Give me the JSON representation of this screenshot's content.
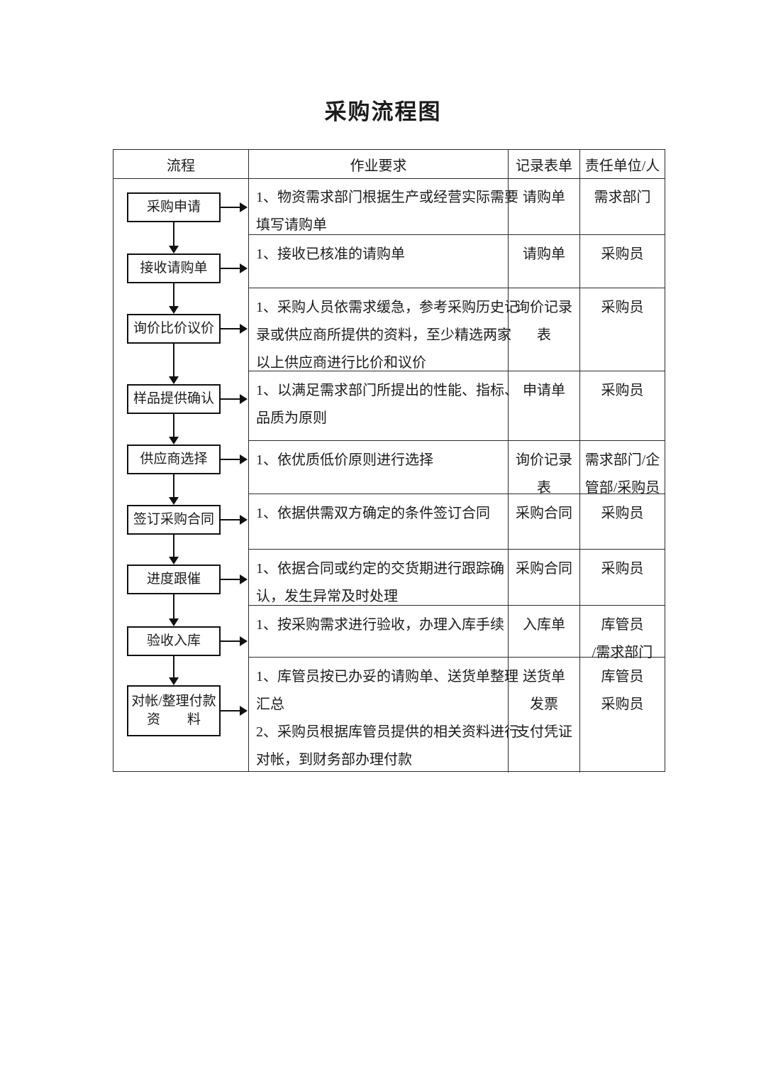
{
  "title": "采购流程图",
  "table": {
    "headers": [
      "流程",
      "作业要求",
      "记录表单",
      "责任单位/人"
    ],
    "rows": [
      {
        "box_lines": [
          "采购申请"
        ],
        "req_lines": [
          "1、物资需求部门根据生产或经营实际需要",
          "填写请购单"
        ],
        "form_lines": [
          "请购单"
        ],
        "resp_lines": [
          "需求部门"
        ]
      },
      {
        "box_lines": [
          "接收请购单"
        ],
        "req_lines": [
          "1、接收已核准的请购单"
        ],
        "form_lines": [
          "请购单"
        ],
        "resp_lines": [
          "采购员"
        ]
      },
      {
        "box_lines": [
          "询价比价议价"
        ],
        "req_lines": [
          "1、采购人员依需求缓急，参考采购历史记",
          "录或供应商所提供的资料，至少精选两家",
          "以上供应商进行比价和议价"
        ],
        "form_lines": [
          "询价记录",
          "表"
        ],
        "resp_lines": [
          "采购员"
        ]
      },
      {
        "box_lines": [
          "样品提供确认"
        ],
        "req_lines": [
          "1、以满足需求部门所提出的性能、指标、",
          "品质为原则"
        ],
        "form_lines": [
          "申请单"
        ],
        "resp_lines": [
          "采购员"
        ]
      },
      {
        "box_lines": [
          "供应商选择"
        ],
        "req_lines": [
          "1、依优质低价原则进行选择"
        ],
        "form_lines": [
          "询价记录",
          "表"
        ],
        "resp_lines": [
          "需求部门/企",
          "管部/采购员"
        ]
      },
      {
        "box_lines": [
          "签订采购合同"
        ],
        "req_lines": [
          "1、依据供需双方确定的条件签订合同"
        ],
        "form_lines": [
          "采购合同"
        ],
        "resp_lines": [
          "采购员"
        ]
      },
      {
        "box_lines": [
          "进度跟催"
        ],
        "req_lines": [
          "1、依据合同或约定的交货期进行跟踪确",
          "认，发生异常及时处理"
        ],
        "form_lines": [
          "采购合同"
        ],
        "resp_lines": [
          "采购员"
        ]
      },
      {
        "box_lines": [
          "验收入库"
        ],
        "req_lines": [
          "1、按采购需求进行验收，办理入库手续"
        ],
        "form_lines": [
          "入库单"
        ],
        "resp_lines": [
          "库管员",
          "/需求部门"
        ]
      },
      {
        "box_lines": [
          "对帐/整理付款",
          "资　　料"
        ],
        "req_lines": [
          "1、库管员按已办妥的请购单、送货单整理",
          "汇总",
          "2、采购员根据库管员提供的相关资料进行",
          "对帐，到财务部办理付款"
        ],
        "form_lines": [
          "送货单",
          "发票",
          "支付凭证"
        ],
        "resp_lines": [
          "库管员",
          "采购员"
        ]
      }
    ]
  },
  "colors": {
    "text": "#1c1c1c",
    "border": "#2b2b2b",
    "box_border": "#111111",
    "background": "#ffffff"
  }
}
